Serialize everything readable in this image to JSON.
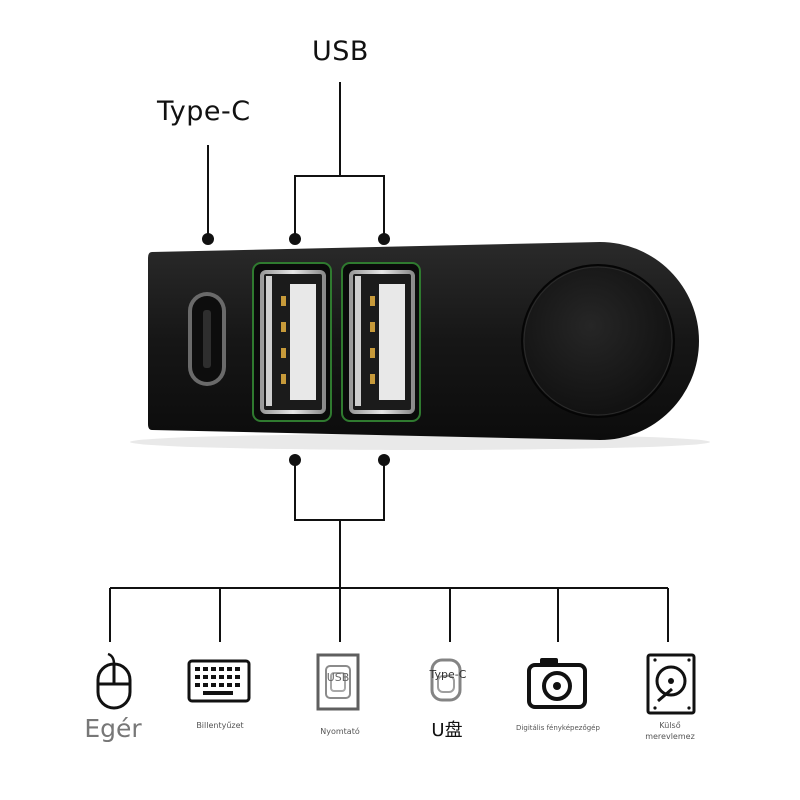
{
  "callouts": {
    "usb": "USB",
    "type_c": "Type-C"
  },
  "devices": [
    {
      "icon": "mouse-icon",
      "label": "Egér"
    },
    {
      "icon": "keyboard-icon",
      "label": "Billentyűzet"
    },
    {
      "icon": "printer-icon",
      "label": "Nyomtató",
      "overlay": "USB"
    },
    {
      "icon": "usb-drive-icon",
      "label": "U盘",
      "overlay": "Type-C"
    },
    {
      "icon": "camera-icon",
      "label": "Digitális fényképezőgép"
    },
    {
      "icon": "hard-drive-icon",
      "label": "Külső merevlemez"
    }
  ],
  "colors": {
    "hub_body": "#141414",
    "port_glow": "#2f7a2f",
    "line": "#111111"
  }
}
